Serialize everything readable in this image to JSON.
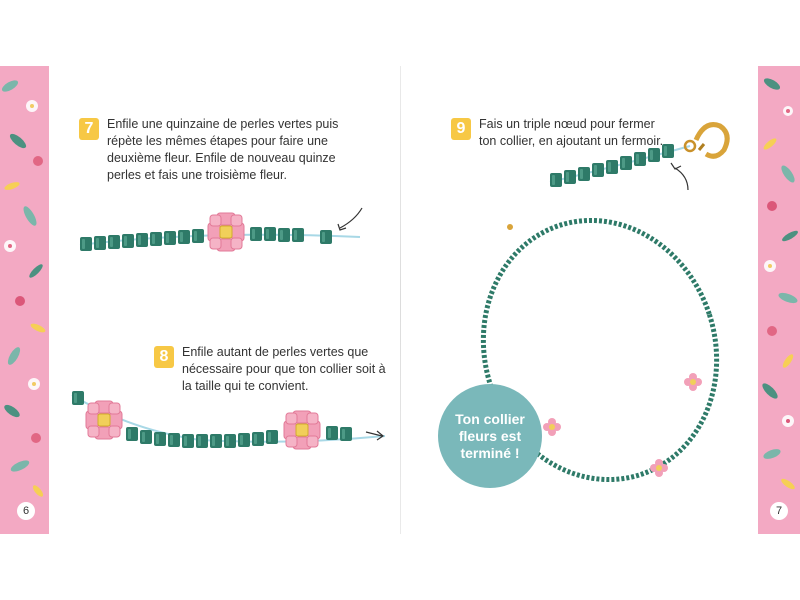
{
  "pages": {
    "left_number": "6",
    "right_number": "7"
  },
  "steps": [
    {
      "number": "7",
      "text": "Enfile une quinzaine de perles vertes puis répète les mêmes étapes pour faire une deuxième fleur. Enfile de nouveau quinze perles et fais une troisième fleur."
    },
    {
      "number": "8",
      "text": "Enfile autant de perles vertes que nécessaire pour que ton collier soit à la taille qui te convient."
    },
    {
      "number": "9",
      "text": "Fais un triple nœud pour fermer ton collier, en ajoutant un fermoir."
    }
  ],
  "bubble": {
    "text": "Ton collier fleurs est terminé !"
  },
  "colors": {
    "bead_green": "#2e7a68",
    "petal_pink": "#f2a0b8",
    "center_yellow": "#f1cf5a",
    "bubble_teal": "#7ab8ba",
    "badge_yellow": "#f7c845",
    "border_pink": "#f3a9c3"
  }
}
